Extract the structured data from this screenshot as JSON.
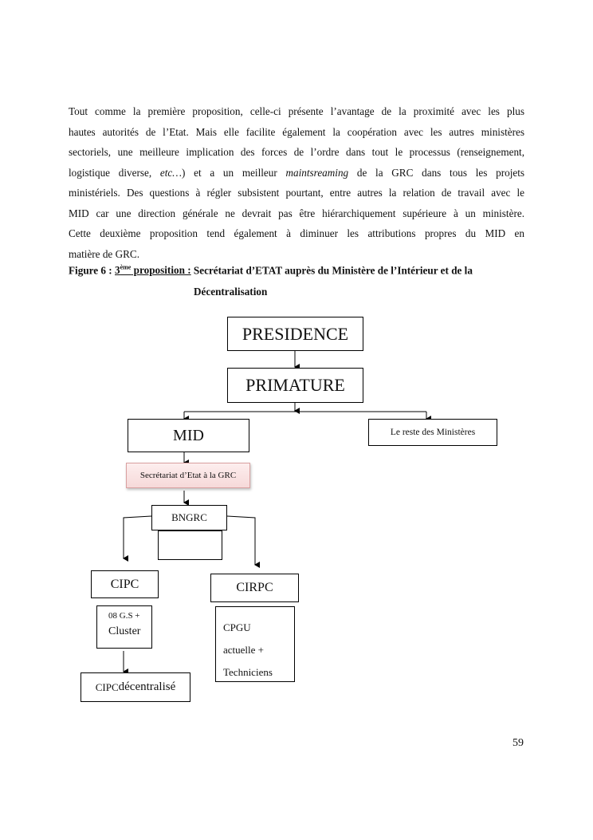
{
  "paragraph": {
    "lines": [
      "Tout comme la première proposition, celle-ci présente l’avantage de la proximité avec les plus",
      "hautes autorités de l’Etat. Mais elle facilite également la coopération avec les autres ministères",
      "sectoriels, une meilleure implication des forces de l’ordre dans tout le processus (renseignement,",
      "logistique diverse, ",
      "etc…",
      ")  et a un meilleur ",
      "maintsreaming",
      " de la GRC dans tous les projets",
      "ministériels. Des questions à régler subsistent pourtant, entre autres la relation de travail avec le",
      "MID car une direction générale ne devrait pas être hiérarchiquement supérieure à un ministère.",
      "Cette deuxième proposition tend également à diminuer les attributions propres du MID en",
      "matière de GRC."
    ]
  },
  "figure": {
    "label": "Figure 6 : ",
    "ordinal": "3",
    "ordinal_sup": "ème",
    "proposition": " proposition :",
    "title": " Secrétariat d’ETAT auprès du Ministère de l’Intérieur et de la",
    "title_line2": "Décentralisation"
  },
  "org": {
    "presidence": "PRESIDENCE",
    "primature": "PRIMATURE",
    "mid": "MID",
    "reste": "Le reste des Ministères",
    "secretariat": "Secrétariat d’Etat à la GRC",
    "bngrc": "BNGRC",
    "cipc": "CIPC",
    "gs_line1": "08 G.S +",
    "gs_line2": "Cluster",
    "cirpc": "CIRPC",
    "cpgu_line1": "CPGU",
    "cpgu_line2": "actuelle +",
    "cpgu_line3": "Techniciens",
    "cipc_dec_prefix": "CIPC",
    "cipc_dec_suffix": " décentralisé"
  },
  "page_number": "59"
}
